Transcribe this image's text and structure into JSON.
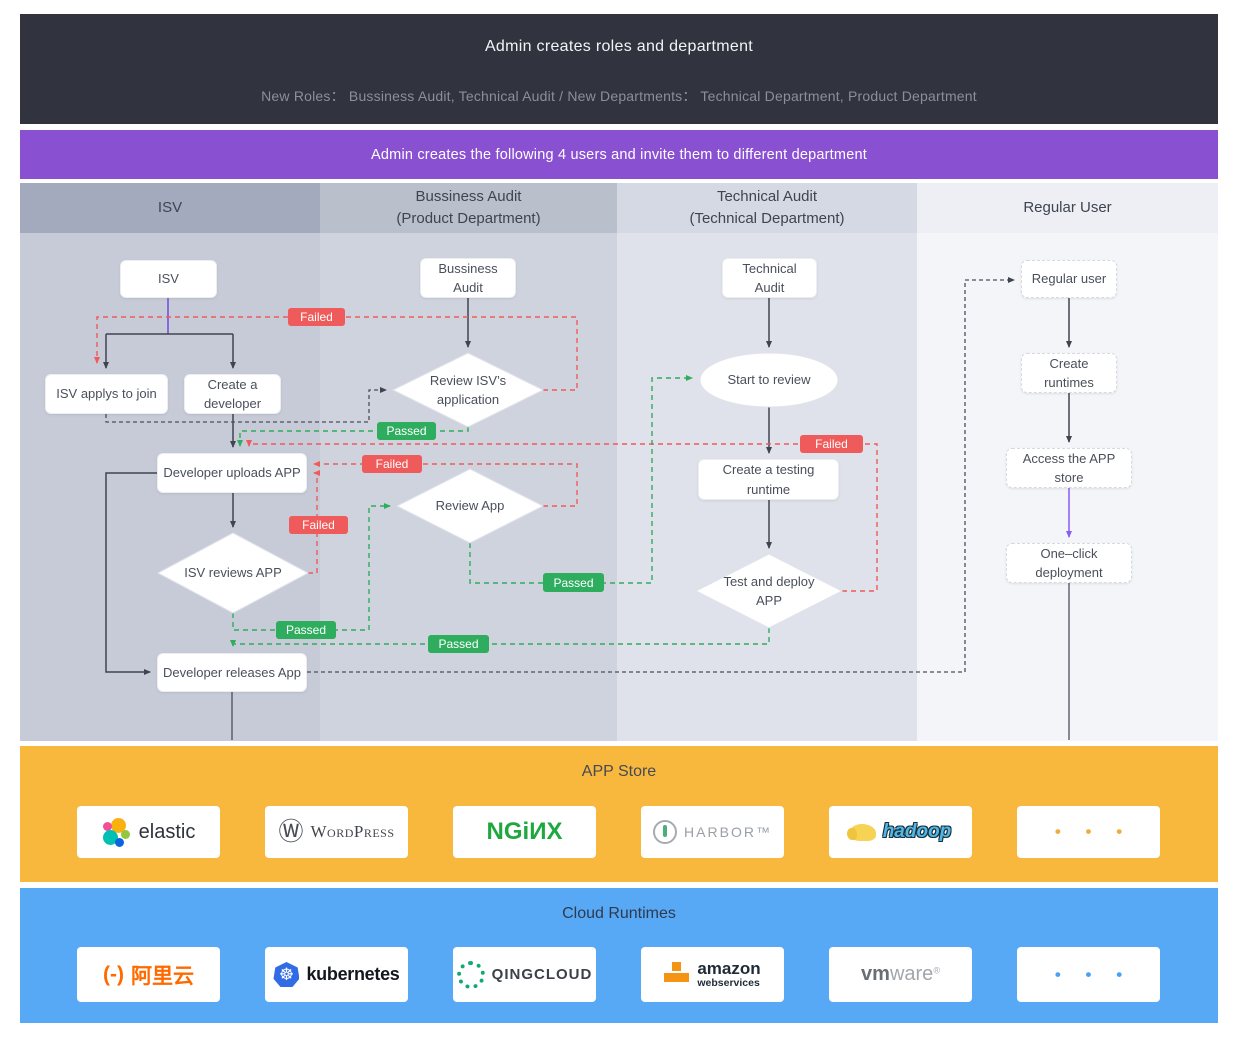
{
  "header": {
    "title": "Admin creates roles and department",
    "subtitle": "New Roles：  Bussiness Audit, Technical Audit /  New Departments：  Technical Department, Product Department"
  },
  "banner": {
    "text": "Admin creates the following 4 users and invite them to different department"
  },
  "lanes": [
    {
      "title": "ISV",
      "subtitle": ""
    },
    {
      "title": "Bussiness Audit",
      "subtitle": "(Product Department)"
    },
    {
      "title": "Technical Audit",
      "subtitle": "(Technical Department)"
    },
    {
      "title": "Regular User",
      "subtitle": ""
    }
  ],
  "nodes": {
    "isv": "ISV",
    "isv_applys": "ISV applys to join",
    "create_developer": "Create a developer",
    "developer_uploads": "Developer uploads APP",
    "isv_reviews_app": "ISV reviews APP",
    "developer_releases": "Developer releases App",
    "bussiness_audit": "Bussiness Audit",
    "review_isv_application": "Review ISV’s application",
    "review_app": "Review App",
    "technical_audit": "Technical Audit",
    "start_to_review": "Start to review",
    "create_testing_runtime": "Create a testing runtime",
    "test_deploy_app": "Test and deploy APP",
    "regular_user": "Regular user",
    "create_runtimes": "Create runtimes",
    "access_app_store": "Access the APP store",
    "one_click_deployment": "One–click deployment"
  },
  "badges": {
    "failed": "Failed",
    "passed": "Passed"
  },
  "app_store": {
    "title": "APP Store",
    "logos": {
      "elastic": "elastic",
      "wordpress": "WordPress",
      "wordpress_glyph": "Ⓦ",
      "nginx": "NGiИX",
      "harbor": "HARBOR™",
      "hadoop": "hadoop",
      "more": "• • •"
    }
  },
  "cloud_runtimes": {
    "title": "Cloud Runtimes",
    "logos": {
      "aliyun_bracket": "(-)",
      "aliyun": "阿里云",
      "kubernetes": "kubernetes",
      "kubernetes_helm": "☸",
      "qingcloud": "QINGCLOUD",
      "amazon": "amazon",
      "amazon_sub": "webservices",
      "vmware_vm": "vm",
      "vmware_ware": "ware",
      "vmware_reg": "®",
      "more": "• • •"
    }
  },
  "colors": {
    "dark_header_bg": "#31343e",
    "purple_banner_bg": "#8a50d2",
    "app_store_bg": "#f7b83d",
    "cloud_runtimes_bg": "#57a9f6",
    "failed_badge": "#ef5b5b",
    "passed_badge": "#2fad5f",
    "arrow_dark": "#3f4451",
    "arrow_purple": "#8a5cf5",
    "lane_headers": [
      "#a3aabe",
      "#babfcc",
      "#d5d9e3",
      "#edeff4"
    ],
    "lane_bodies": [
      "#c7cbd7",
      "#cfd3de",
      "#dfe2ea",
      "#f4f5f8"
    ]
  }
}
